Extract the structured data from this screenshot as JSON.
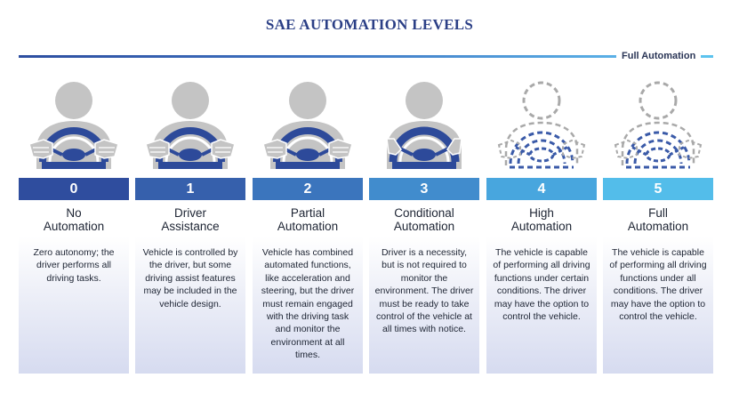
{
  "title": "SAE AUTOMATION LEVELS",
  "scale_label": "Full Automation",
  "colors": {
    "head": "#c4c4c4",
    "wheel_solid": "#2d4a9a",
    "dashed_head": "#a9a9a9",
    "dashed_wheel": "#3a5aa8"
  },
  "levels": [
    {
      "number": "0",
      "name_line1": "No",
      "name_line2": "Automation",
      "description": "Zero autonomy; the driver performs all driving tasks.",
      "color": "#2f4d9e",
      "icon": "driver-hands-on-wheel-icon"
    },
    {
      "number": "1",
      "name_line1": "Driver",
      "name_line2": "Assistance",
      "description": "Vehicle is controlled by the driver, but some driving assist features may be included in the vehicle design.",
      "color": "#3660ac",
      "icon": "driver-hands-on-wheel-icon"
    },
    {
      "number": "2",
      "name_line1": "Partial",
      "name_line2": "Automation",
      "description": "Vehicle has combined automated functions, like acceleration and steering, but the driver must remain engaged with the driving task and monitor the environment at all times.",
      "color": "#3b75bd",
      "icon": "driver-hands-on-wheel-icon"
    },
    {
      "number": "3",
      "name_line1": "Conditional",
      "name_line2": "Automation",
      "description": "Driver is a necessity, but is not required to monitor the environment. The driver must be ready to take control of the vehicle at all times with notice.",
      "color": "#418ccd",
      "icon": "driver-hands-off-wheel-icon"
    },
    {
      "number": "4",
      "name_line1": "High",
      "name_line2": "Automation",
      "description": "The vehicle is capable of performing all driving functions under certain conditions. The driver may have the option to control the vehicle.",
      "color": "#48a6de",
      "icon": "dashed-driver-icon"
    },
    {
      "number": "5",
      "name_line1": "Full",
      "name_line2": "Automation",
      "description": "The vehicle is capable of performing all driving functions under all conditions. The driver may have the option to control the vehicle.",
      "color": "#53bdea",
      "icon": "dashed-driver-icon"
    }
  ]
}
